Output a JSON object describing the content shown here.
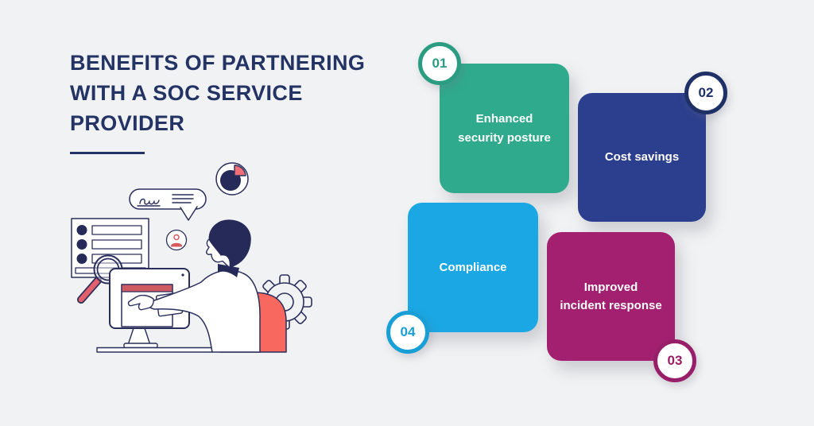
{
  "page": {
    "background": "#f1f2f3"
  },
  "header": {
    "title_lines": [
      "BENEFITS OF PARTNERING",
      "WITH A SOC SERVICE",
      "PROVIDER"
    ],
    "title_color": "#233363"
  },
  "cards": [
    {
      "number": "01",
      "label": "Enhanced security posture",
      "bg": "#2faa8c",
      "accent": "#2a9c82"
    },
    {
      "number": "02",
      "label": "Cost savings",
      "bg": "#2c3f8e",
      "accent": "#1f3066"
    },
    {
      "number": "03",
      "label": "Improved incident response",
      "bg": "#a32070",
      "accent": "#991e6a"
    },
    {
      "number": "04",
      "label": "Compliance",
      "bg": "#1aa7e3",
      "accent": "#189fd6"
    }
  ],
  "illustration": {
    "description": "Person seated in a chair pointing at a computer monitor, with checklist, magnifying glass, speech bubble, pie chart, user badge and gear icons",
    "icons": [
      "speech-bubble-icon",
      "pie-chart-icon",
      "user-badge-icon",
      "checklist-icon",
      "magnifier-icon",
      "gear-icon",
      "office-chair-icon",
      "monitor-icon",
      "browser-window-icon"
    ],
    "colors": {
      "outline": "#2b2f5c",
      "accent_red": "#f8685f",
      "navy_fill": "#262a59",
      "browser_bar": "#cf5b62"
    }
  }
}
